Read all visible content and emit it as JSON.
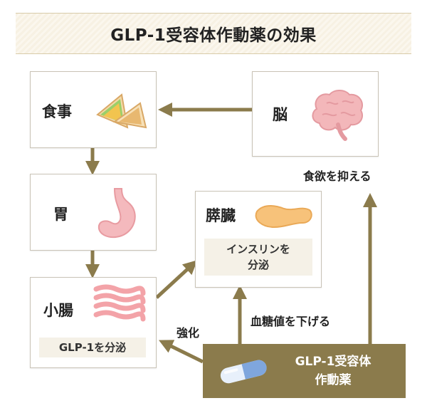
{
  "title": "GLP-1受容体作動薬の効果",
  "nodes": {
    "meal": {
      "label": "食事",
      "icon": "sandwich-icon"
    },
    "stomach": {
      "label": "胃",
      "icon": "stomach-icon"
    },
    "intestine": {
      "label": "小腸",
      "icon": "intestine-icon",
      "sub": "GLP-1を分泌"
    },
    "pancreas": {
      "label": "膵臓",
      "icon": "pancreas-icon",
      "sub_line1": "インスリンを",
      "sub_line2": "分泌"
    },
    "brain": {
      "label": "脳",
      "icon": "brain-icon"
    },
    "drug": {
      "line1": "GLP-1受容体",
      "line2": "作動薬",
      "icon": "capsule-icon"
    }
  },
  "edge_labels": {
    "appetite": "食欲を抑える",
    "blood_sugar": "血糖値を下げる",
    "enhance": "強化"
  },
  "colors": {
    "arrow": "#8b7b4c",
    "box_border": "#c9c3b6",
    "drug_fill": "#8b7b4c",
    "sub_label_bg": "#f5f1e7"
  }
}
